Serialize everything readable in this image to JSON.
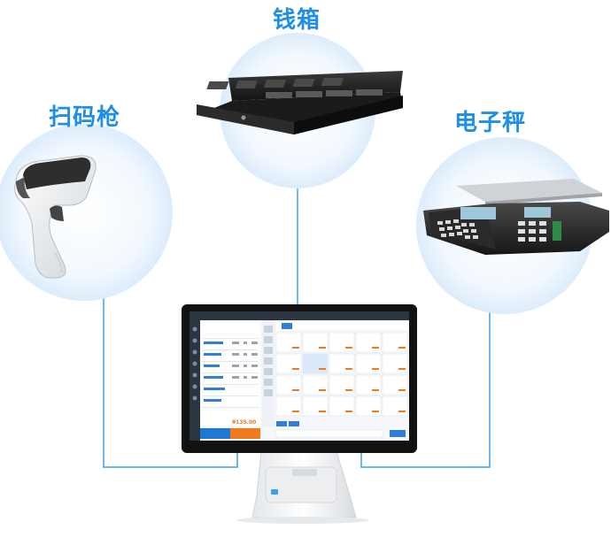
{
  "labels": {
    "cash_drawer": "钱箱",
    "scanner": "扫码枪",
    "scale": "电子秤"
  },
  "screen": {
    "total": "¥135.00"
  },
  "colors": {
    "label_blue": "#1e8fe8",
    "connector_blue": "#3aa0ef",
    "pay_button": "#1f78d1",
    "checkout_button": "#f07a1e",
    "circle_fill": "#eef6fd"
  }
}
